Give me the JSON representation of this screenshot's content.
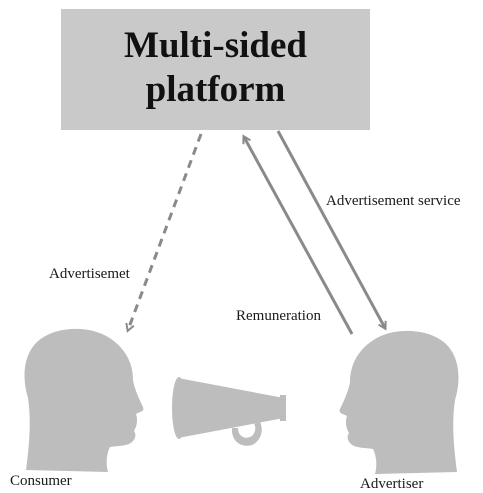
{
  "platform": {
    "title": "Multi-sided\nplatform"
  },
  "labels": {
    "advertisemet": "Advertisemet",
    "advertisement_service": "Advertisement service",
    "remuneration": "Remuneration",
    "consumer": "Consumer",
    "advertiser": "Advertiser"
  },
  "colors": {
    "box_fill": "#c9c9c9",
    "arrow": "#8a8a8a",
    "silhouette": "#bdbdbd",
    "text": "#111111"
  }
}
